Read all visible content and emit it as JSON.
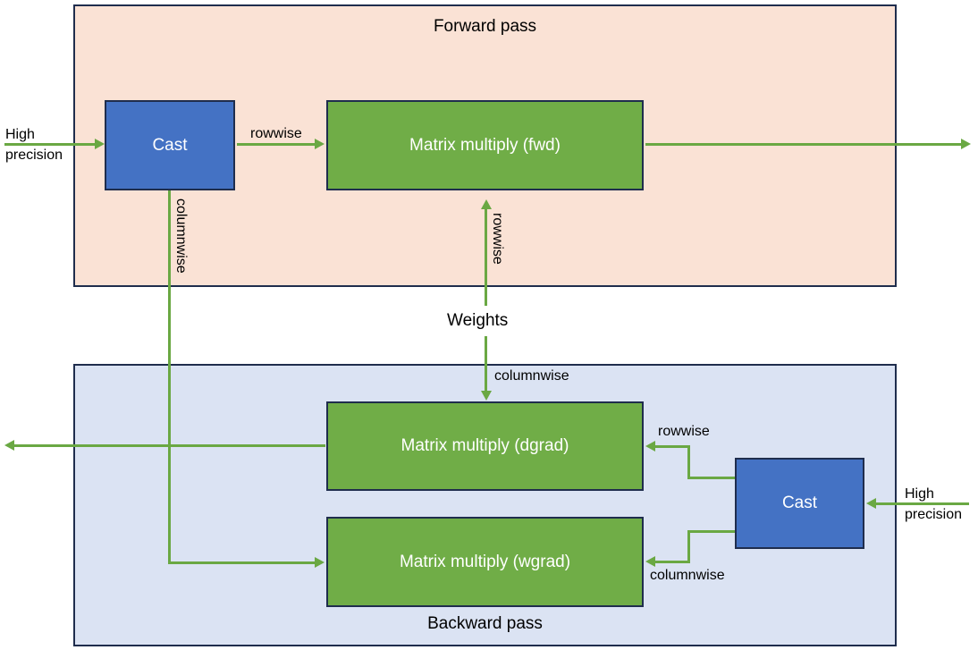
{
  "diagram": {
    "title_forward": "Forward pass",
    "title_backward": "Backward pass",
    "weights_label": "Weights",
    "colors": {
      "forward_panel_fill": "#fae2d5",
      "backward_panel_fill": "#dbe3f3",
      "panel_border": "#1f2d4d",
      "cast_fill": "#4472c4",
      "matmul_fill": "#70ad47",
      "arrow": "#6aa843",
      "node_text": "#ffffff",
      "label_text": "#000000"
    }
  },
  "nodes": {
    "cast_fwd": "Cast",
    "matmul_fwd": "Matrix multiply (fwd)",
    "matmul_dgrad": "Matrix multiply (dgrad)",
    "matmul_wgrad": "Matrix multiply (wgrad)",
    "cast_bwd": "Cast"
  },
  "io": {
    "input_high_precision_line1": "High",
    "input_high_precision_line2": "precision",
    "input_high_precision_bwd_line1": "High",
    "input_high_precision_bwd_line2": "precision"
  },
  "edges": {
    "fwd_cast_to_matmul": "rowwise",
    "fwd_cast_columnwise": "columnwise",
    "weights_rowwise": "rowwise",
    "weights_columnwise": "columnwise",
    "bwd_cast_to_dgrad": "rowwise",
    "bwd_cast_to_wgrad": "columnwise"
  }
}
